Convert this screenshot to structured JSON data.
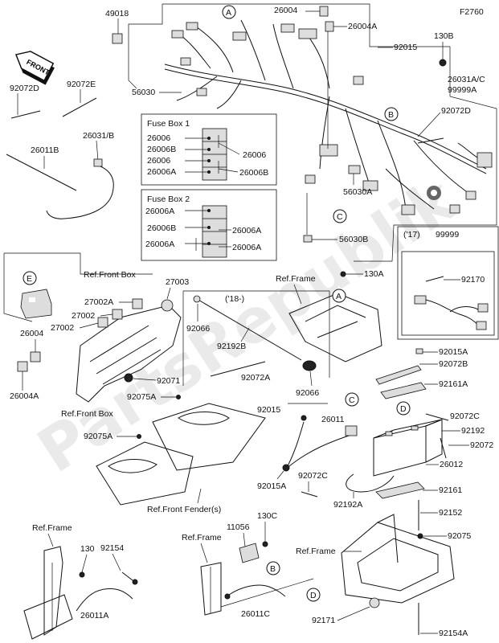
{
  "diagram_code": "F2760",
  "front_badge": "FRONT",
  "watermark": "PartsRepublik",
  "fuse_box_1": {
    "title": "Fuse Box 1",
    "left_labels": [
      "26006",
      "26006B",
      "26006",
      "26006A"
    ],
    "right_labels": [
      "26006",
      "26006B"
    ]
  },
  "fuse_box_2": {
    "title": "Fuse Box 2",
    "left_labels": [
      "26006A",
      "26006B",
      "26006A"
    ],
    "right_labels": [
      "26006A",
      "26006A"
    ]
  },
  "inset_17": {
    "year": "('17)",
    "part": "99999"
  },
  "inset_18": {
    "year": "('18-)"
  },
  "callouts": [
    "A",
    "B",
    "C",
    "D",
    "E"
  ],
  "labels": {
    "p49018": "49018",
    "p26004_top": "26004",
    "p26004a_top": "26004A",
    "p92015_top": "92015",
    "p130b": "130B",
    "p26031ac": "26031A/C",
    "p99999a": "99999A",
    "p92072d_r": "92072D",
    "p92072d_l": "92072D",
    "p92072e": "92072E",
    "p56030": "56030",
    "p26011b": "26011B",
    "p26031b": "26031/B",
    "p56030a": "56030A",
    "p56030b": "56030B",
    "p92170": "92170",
    "ref_front_box_1": "Ref.Front Box",
    "ref_front_box_2": "Ref.Front Box",
    "ref_frame_1": "Ref.Frame",
    "ref_frame_2": "Ref.Frame",
    "ref_frame_3": "Ref.Frame",
    "ref_frame_4": "Ref.Frame",
    "ref_front_fender": "Ref.Front Fender(s)",
    "p27003": "27003",
    "p27002a": "27002A",
    "p27002_1": "27002",
    "p27002_2": "27002",
    "p26004_l": "26004",
    "p26004a_l": "26004A",
    "p92066_1": "92066",
    "p92192b": "92192B",
    "p92072a": "92072A",
    "p92066_2": "92066",
    "p92071": "92071",
    "p92075a_1": "92075A",
    "p92075a_2": "92075A",
    "p130a": "130A",
    "p92015": "92015",
    "p26011": "26011",
    "p92015a_1": "92015A",
    "p92072b": "92072B",
    "p92161a": "92161A",
    "p92072c_1": "92072C",
    "p92192": "92192",
    "p92072": "92072",
    "p26012": "26012",
    "p92015a_2": "92015A",
    "p92072c_2": "92072C",
    "p92192a": "92192A",
    "p92161": "92161",
    "p92152": "92152",
    "p92075": "92075",
    "p92171": "92171",
    "p92154a": "92154A",
    "p130": "130",
    "p92154": "92154",
    "p26011a": "26011A",
    "p11056": "11056",
    "p130c": "130C",
    "p26011c": "26011C"
  }
}
